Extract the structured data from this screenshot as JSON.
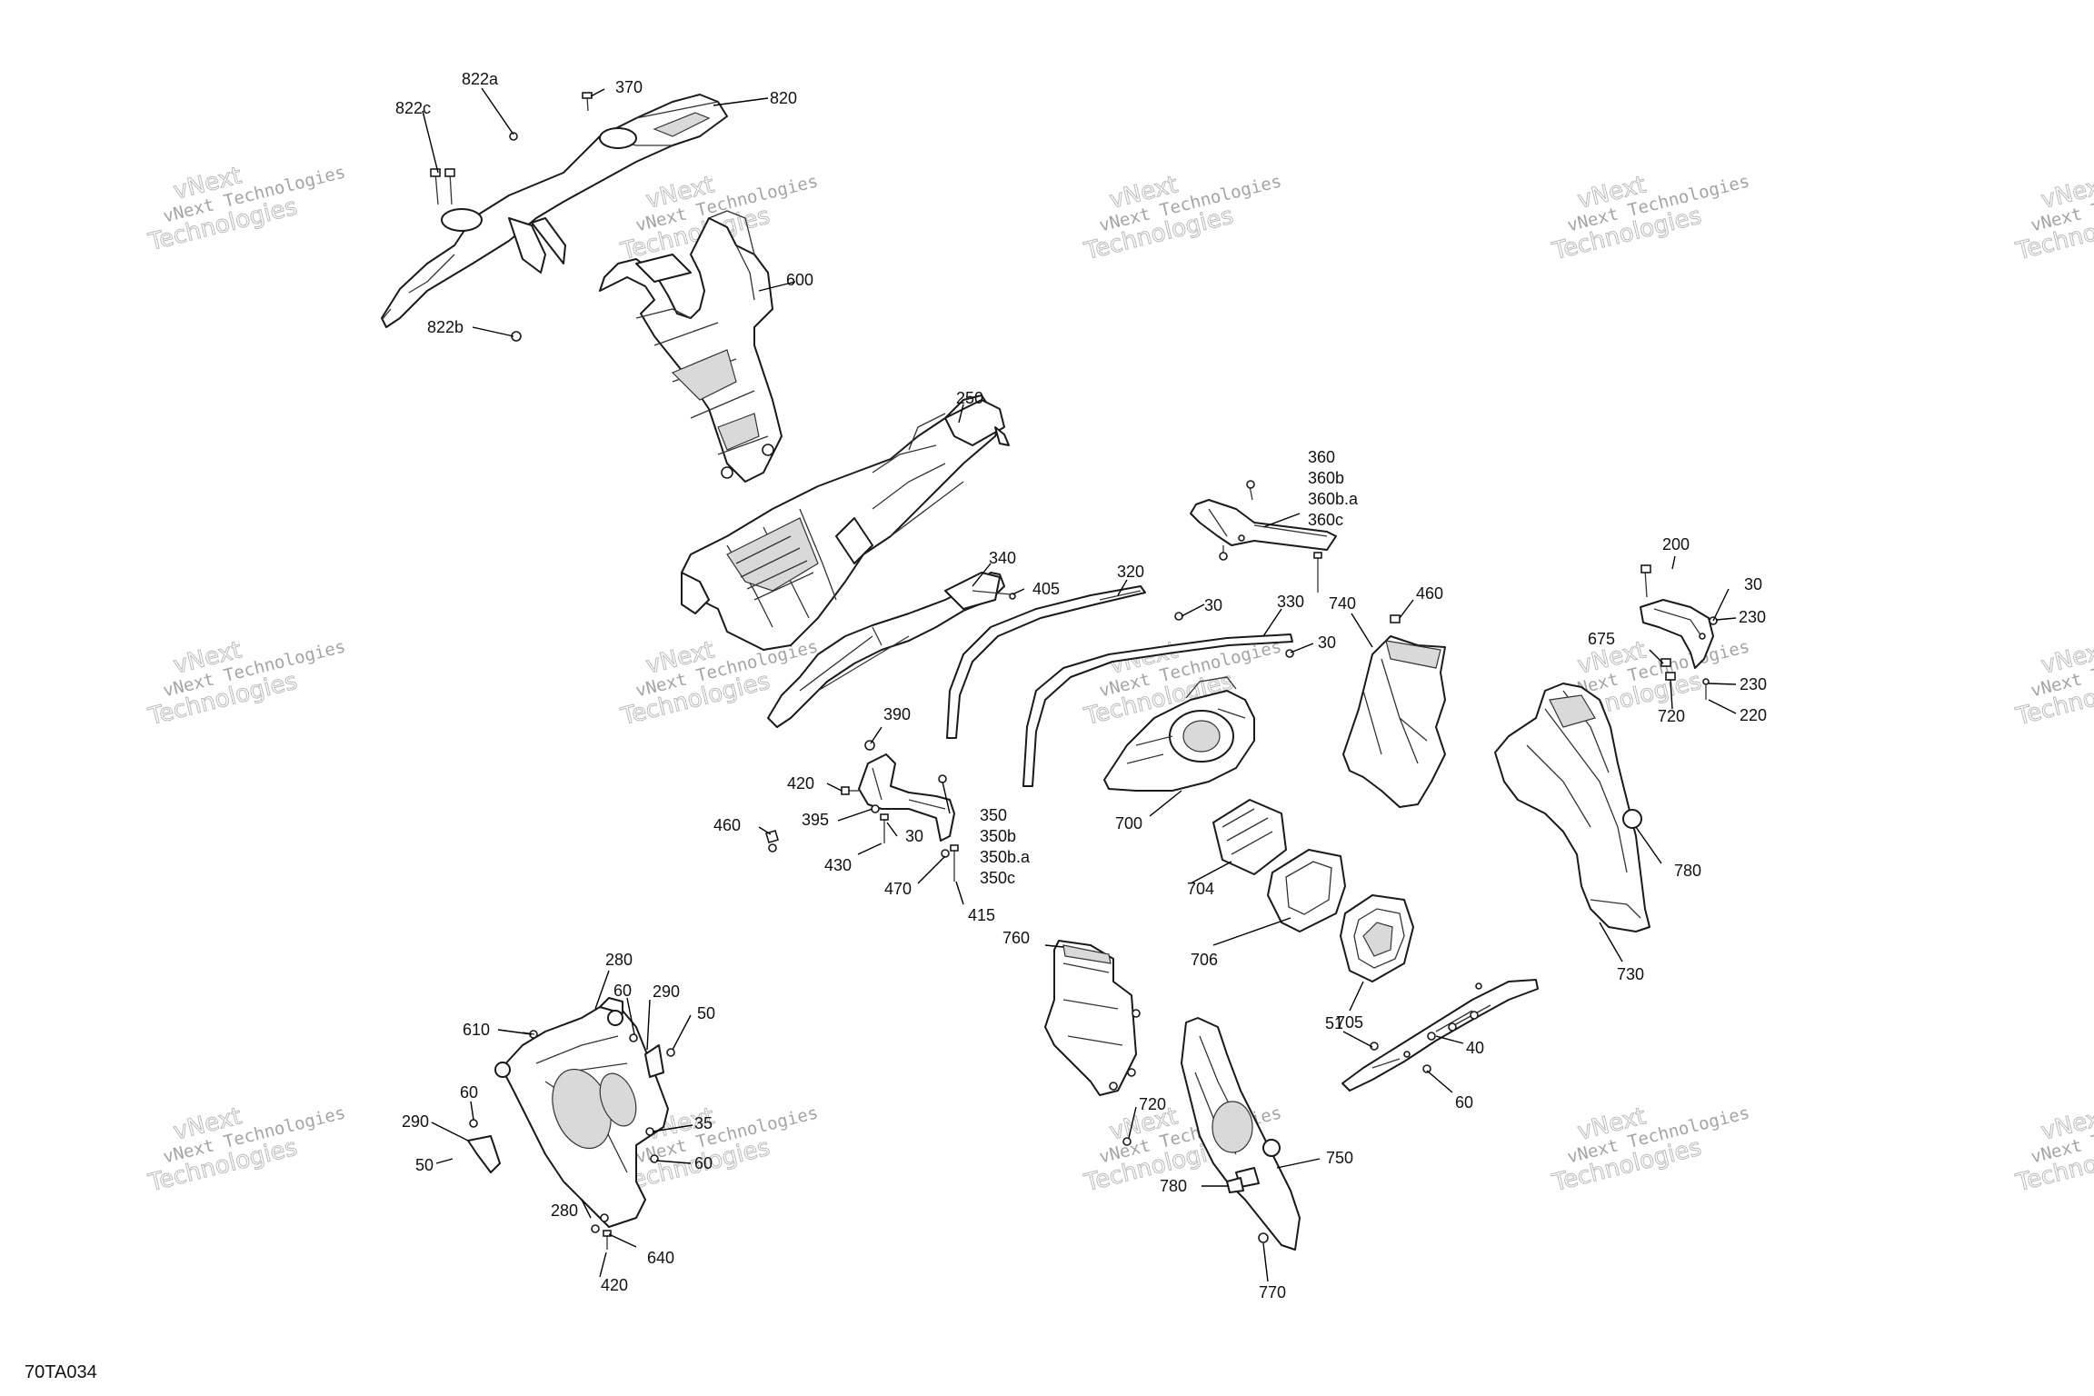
{
  "figure_code": "70TA034",
  "watermark": {
    "line1": "vNext Technologies",
    "line2": "Technologies",
    "overlay": "vNext"
  },
  "callouts": [
    {
      "id": "822a",
      "text": "822a"
    },
    {
      "id": "822c",
      "text": "822c"
    },
    {
      "id": "370",
      "text": "370"
    },
    {
      "id": "820",
      "text": "820"
    },
    {
      "id": "822b",
      "text": "822b"
    },
    {
      "id": "600",
      "text": "600"
    },
    {
      "id": "250",
      "text": "250"
    },
    {
      "id": "360",
      "text": "360"
    },
    {
      "id": "360b",
      "text": "360b"
    },
    {
      "id": "360ba",
      "text": "360b.a"
    },
    {
      "id": "360c",
      "text": "360c"
    },
    {
      "id": "340",
      "text": "340"
    },
    {
      "id": "405",
      "text": "405"
    },
    {
      "id": "320",
      "text": "320"
    },
    {
      "id": "30a",
      "text": "30"
    },
    {
      "id": "330",
      "text": "330"
    },
    {
      "id": "30b",
      "text": "30"
    },
    {
      "id": "740",
      "text": "740"
    },
    {
      "id": "460a",
      "text": "460"
    },
    {
      "id": "200",
      "text": "200"
    },
    {
      "id": "30c",
      "text": "30"
    },
    {
      "id": "230a",
      "text": "230"
    },
    {
      "id": "675",
      "text": "675"
    },
    {
      "id": "720a",
      "text": "720"
    },
    {
      "id": "230b",
      "text": "230"
    },
    {
      "id": "220",
      "text": "220"
    },
    {
      "id": "390",
      "text": "390"
    },
    {
      "id": "420a",
      "text": "420"
    },
    {
      "id": "395",
      "text": "395"
    },
    {
      "id": "460b",
      "text": "460"
    },
    {
      "id": "30d",
      "text": "30"
    },
    {
      "id": "430",
      "text": "430"
    },
    {
      "id": "350",
      "text": "350"
    },
    {
      "id": "350b",
      "text": "350b"
    },
    {
      "id": "350ba",
      "text": "350b.a"
    },
    {
      "id": "350c",
      "text": "350c"
    },
    {
      "id": "470",
      "text": "470"
    },
    {
      "id": "415",
      "text": "415"
    },
    {
      "id": "700",
      "text": "700"
    },
    {
      "id": "704",
      "text": "704"
    },
    {
      "id": "706",
      "text": "706"
    },
    {
      "id": "705",
      "text": "705"
    },
    {
      "id": "780a",
      "text": "780"
    },
    {
      "id": "730",
      "text": "730"
    },
    {
      "id": "760",
      "text": "760"
    },
    {
      "id": "51",
      "text": "51"
    },
    {
      "id": "40",
      "text": "40"
    },
    {
      "id": "60a",
      "text": "60"
    },
    {
      "id": "720b",
      "text": "720"
    },
    {
      "id": "750",
      "text": "750"
    },
    {
      "id": "780b",
      "text": "780"
    },
    {
      "id": "770",
      "text": "770"
    },
    {
      "id": "280a",
      "text": "280"
    },
    {
      "id": "60b",
      "text": "60"
    },
    {
      "id": "290a",
      "text": "290"
    },
    {
      "id": "610",
      "text": "610"
    },
    {
      "id": "50a",
      "text": "50"
    },
    {
      "id": "60c",
      "text": "60"
    },
    {
      "id": "290b",
      "text": "290"
    },
    {
      "id": "50b",
      "text": "50"
    },
    {
      "id": "35",
      "text": "35"
    },
    {
      "id": "60d",
      "text": "60"
    },
    {
      "id": "280b",
      "text": "280"
    },
    {
      "id": "640",
      "text": "640"
    },
    {
      "id": "420b",
      "text": "420"
    }
  ]
}
